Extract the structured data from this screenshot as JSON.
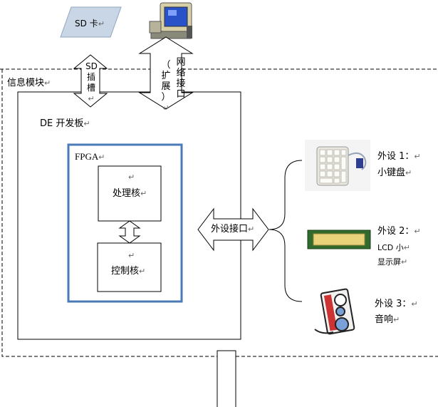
{
  "sd_card": {
    "label": "SD 卡",
    "para": "↵"
  },
  "sd_slot": {
    "label": [
      "SD",
      "插",
      "槽"
    ],
    "para": "↵"
  },
  "network": {
    "label": [
      "网",
      "络",
      "接",
      "口"
    ],
    "sub": [
      "（",
      "扩",
      "展",
      "）"
    ],
    "para": "↵"
  },
  "info_module": {
    "label": "信息模块",
    "para": "↵"
  },
  "de_board": {
    "label": "DE 开发板",
    "para": "↵"
  },
  "fpga": {
    "label": "FPGA",
    "para": "↵"
  },
  "processor_core": {
    "label": "处理核",
    "para": "↵"
  },
  "control_core": {
    "label": "控制核",
    "para": "↵"
  },
  "peripheral_interface": {
    "label": "外设接口",
    "para": "↵"
  },
  "peripheral_1": {
    "title": "外设 1：",
    "name": "小键盘",
    "para": "↵"
  },
  "peripheral_2": {
    "title": "外设 2：",
    "name_line1": "LCD 小",
    "name_line2": "显示屏",
    "para": "↵"
  },
  "peripheral_3": {
    "title": "外设 3：",
    "name": "音响",
    "para": "↵"
  },
  "colors": {
    "fpga_border": "#4a7ab8",
    "sd_card_fill": "#c9d6e6",
    "lcd_screen": "#e8d27a"
  },
  "icons": [
    "sd-card-icon",
    "computer-icon",
    "keypad-icon",
    "lcd-display-icon",
    "speaker-icon"
  ]
}
